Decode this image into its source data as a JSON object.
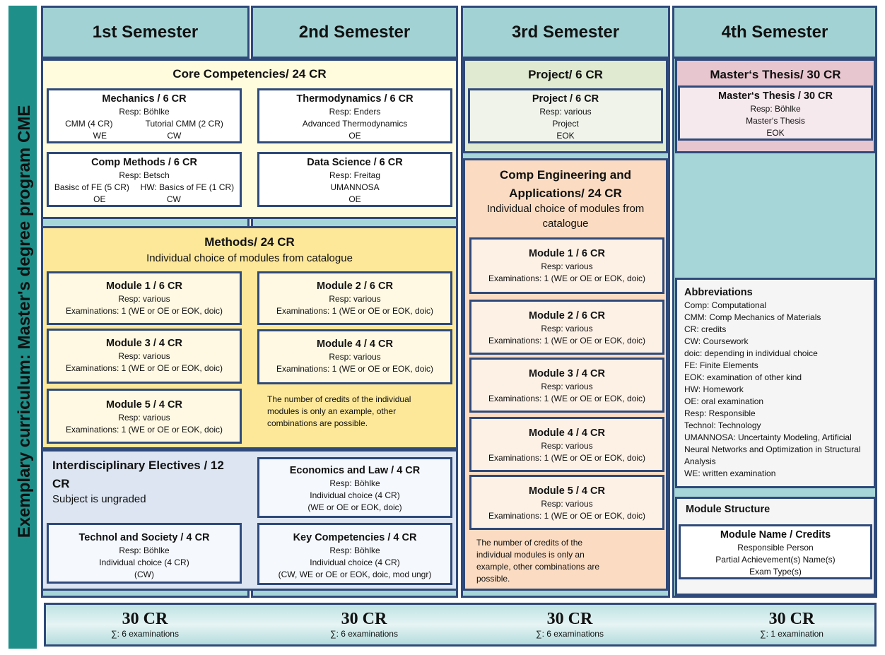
{
  "side_title": "Exemplary curriculum: Master's degree program CME",
  "semesters": [
    "1st Semester",
    "2nd Semester",
    "3rd Semester",
    "4th Semester"
  ],
  "core": {
    "title": "Core Competencies/ 24 CR",
    "mechanics": {
      "title": "Mechanics / 6 CR",
      "resp": "Resp: Böhlke",
      "p1": "CMM (4 CR)",
      "p2": "Tutorial CMM (2 CR)",
      "e1": "WE",
      "e2": "CW"
    },
    "thermo": {
      "title": "Thermodynamics / 6 CR",
      "resp": "Resp: Enders",
      "line": "Advanced Thermodynamics",
      "exam": "OE"
    },
    "comp": {
      "title": "Comp Methods / 6 CR",
      "resp": "Resp: Betsch",
      "p1": "Basisc of FE (5 CR)",
      "p2": "HW: Basics of FE (1 CR)",
      "e1": "OE",
      "e2": "CW"
    },
    "data": {
      "title": "Data Science / 6 CR",
      "resp": "Resp: Freitag",
      "line": "UMANNOSA",
      "exam": "OE"
    }
  },
  "methods": {
    "title": "Methods/ 24 CR",
    "subtitle": "Individual choice of modules from catalogue",
    "modules": [
      {
        "title": "Module 1 / 6 CR",
        "resp": "Resp: various",
        "exam": "Examinations: 1 (WE or OE or EOK, doic)"
      },
      {
        "title": "Module 2 / 6 CR",
        "resp": "Resp: various",
        "exam": "Examinations: 1 (WE or OE or EOK, doic)"
      },
      {
        "title": "Module 3 / 4 CR",
        "resp": "Resp: various",
        "exam": "Examinations: 1 (WE or OE or EOK, doic)"
      },
      {
        "title": "Module 4 / 4 CR",
        "resp": "Resp: various",
        "exam": "Examinations: 1 (WE or OE or EOK, doic)"
      },
      {
        "title": "Module 5 / 4 CR",
        "resp": "Resp: various",
        "exam": "Examinations: 1 (WE or OE or EOK, doic)"
      }
    ],
    "note": "The number of credits of the individual modules is only an example, other combinations are possible."
  },
  "electives": {
    "title": "Interdisciplinary Electives / 12 CR",
    "subtitle": "Subject is ungraded",
    "econ": {
      "title": "Economics and Law / 4 CR",
      "resp": "Resp: Böhlke",
      "line": "Individual choice (4 CR)",
      "exam": "(WE or OE or EOK, doic)"
    },
    "techsoc": {
      "title": "Technol and Society / 4 CR",
      "resp": "Resp: Böhlke",
      "line": "Individual choice (4 CR)",
      "exam": "(CW)"
    },
    "keycomp": {
      "title": "Key Competencies / 4 CR",
      "resp": "Resp: Böhlke",
      "line": "Individual choice (4 CR)",
      "exam": "(CW, WE or OE or EOK, doic, mod ungr)"
    }
  },
  "project": {
    "title": "Project/ 6 CR",
    "box": {
      "title": "Project / 6 CR",
      "resp": "Resp: various",
      "line": "Project",
      "exam": "EOK"
    }
  },
  "ceapp": {
    "title1": "Comp Engineering and",
    "title2": "Applications/ 24 CR",
    "subtitle": "Individual choice of modules from catalogue",
    "modules": [
      {
        "title": "Module 1 / 6 CR",
        "resp": "Resp: various",
        "exam": "Examinations: 1 (WE or OE or EOK, doic)"
      },
      {
        "title": "Module 2 / 6 CR",
        "resp": "Resp: various",
        "exam": "Examinations: 1 (WE or OE or EOK, doic)"
      },
      {
        "title": "Module 3 / 4 CR",
        "resp": "Resp: various",
        "exam": "Examinations: 1 (WE or OE or EOK, doic)"
      },
      {
        "title": "Module 4 / 4 CR",
        "resp": "Resp: various",
        "exam": "Examinations: 1 (WE or OE or EOK, doic)"
      },
      {
        "title": "Module 5 / 4 CR",
        "resp": "Resp: various",
        "exam": "Examinations: 1 (WE or OE or EOK, doic)"
      }
    ],
    "note": "The number of credits of the individual modules is only an example, other combinations are possible."
  },
  "thesis": {
    "title": "Master‘s Thesis/ 30 CR",
    "box": {
      "title": "Master‘s Thesis / 30 CR",
      "resp": "Resp: Böhlke",
      "line": "Master‘s Thesis",
      "exam": "EOK"
    }
  },
  "abbreviations": {
    "title": "Abbreviations",
    "items": [
      "Comp: Computational",
      "CMM: Comp Mechanics of Materials",
      "CR: credits",
      "CW: Coursework",
      "doic: depending in individual choice",
      "FE: Finite Elements",
      "EOK: examination of other kind",
      "HW: Homework",
      "OE: oral examination",
      "Resp: Responsible",
      "Technol: Technology",
      "UMANNOSA: Uncertainty Modeling, Artificial Neural Networks and Optimization in Structural Analysis",
      "WE: written examination"
    ]
  },
  "structure": {
    "title": "Module Structure",
    "box": {
      "title": "Module Name / Credits",
      "l1": "Responsible Person",
      "l2": "Partial Achievement(s) Name(s)",
      "l3": "Exam Type(s)"
    }
  },
  "footer": [
    {
      "cr": "30 CR",
      "ex": "∑: 6 examinations"
    },
    {
      "cr": "30 CR",
      "ex": "∑: 6 examinations"
    },
    {
      "cr": "30 CR",
      "ex": "∑: 6 examinations"
    },
    {
      "cr": "30 CR",
      "ex": "∑: 1 examination"
    }
  ],
  "colors": {
    "header": "#a2d2d4",
    "core": "#fffbdd",
    "methods": "#fde89a",
    "electives": "#dce5f1",
    "project": "#dfead1",
    "ceapp": "#fbdcc2",
    "thesis": "#e8c6d0",
    "border": "#2f4a7a",
    "side": "#1f8f8a"
  }
}
